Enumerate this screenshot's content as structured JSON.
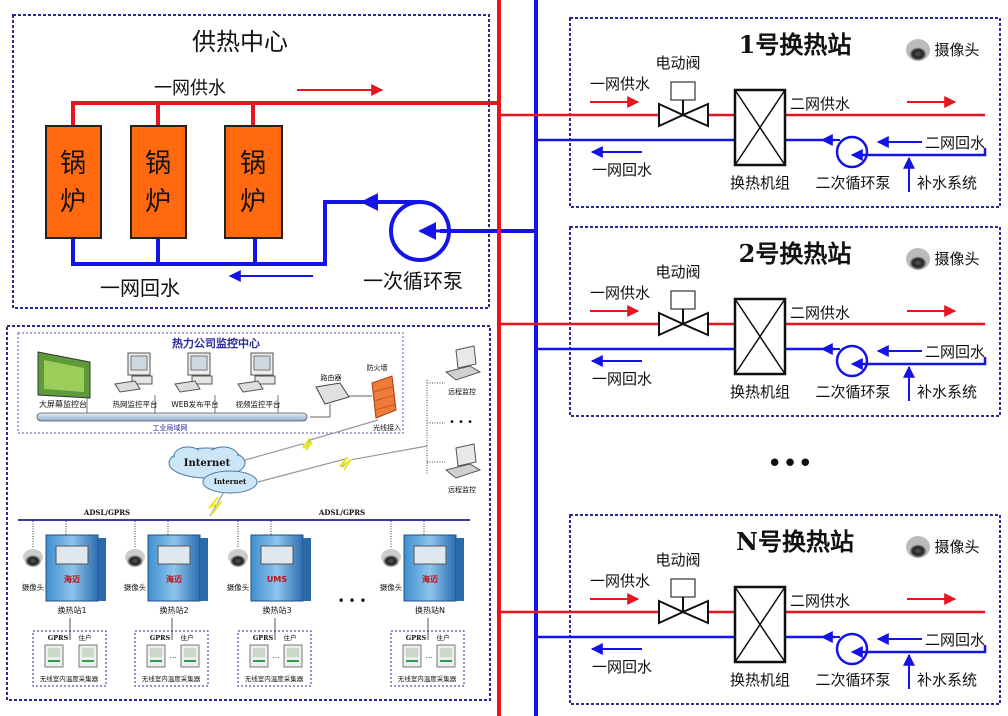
{
  "colors": {
    "supply": "#e8141e",
    "return": "#1414e6",
    "boiler": "#ff6a10",
    "frame": "#2a2a9a"
  },
  "heating_center": {
    "title": "供热中心",
    "supply_label": "一网供水",
    "return_label": "一网回水",
    "pump_label": "一次循环泵",
    "boilers": [
      {
        "line1": "锅",
        "line2": "炉"
      },
      {
        "line1": "锅",
        "line2": "炉"
      },
      {
        "line1": "锅",
        "line2": "炉"
      }
    ]
  },
  "stations": [
    {
      "title": "1号换热站"
    },
    {
      "title": "2号换热站"
    },
    {
      "title": "N号换热站"
    }
  ],
  "station_labels": {
    "camera": "摄像头",
    "valve": "电动阀",
    "primary_supply": "一网供水",
    "primary_return": "一网回水",
    "secondary_supply": "二网供水",
    "secondary_return": "二网回水",
    "exchanger": "换热机组",
    "secondary_pump": "二次循环泵",
    "makeup": "补水系统"
  },
  "ellipsis": "•••",
  "monitoring": {
    "title": "热力公司监控中心",
    "devices": [
      "大屏幕监控台",
      "热网监控平台",
      "WEB发布平台",
      "视频监控平台"
    ],
    "router": "路由器",
    "firewall": "防火墙",
    "lan": "工业局域网",
    "fiber": "光线接入",
    "internet1": "Internet",
    "internet2": "Internet",
    "remote": [
      "远程监控",
      "远程监控"
    ],
    "remote_ellipsis": "• • •",
    "link_labels": [
      "ADSL/GPRS",
      "ADSL/GPRS"
    ],
    "field_stations": [
      {
        "camera": "摄像头",
        "name": "换热站1",
        "brand": "海迈",
        "gprs": "GPRS",
        "resident": "住户",
        "collector": "无线室内温度采集器"
      },
      {
        "camera": "摄像头",
        "name": "换热站2",
        "brand": "海迈",
        "gprs": "GPRS",
        "resident": "住户",
        "collector": "无线室内温度采集器"
      },
      {
        "camera": "摄像头",
        "name": "换热站3",
        "brand": "UMS",
        "gprs": "GPRS",
        "resident": "住户",
        "collector": "无线室内温度采集器"
      },
      {
        "camera": "摄像头",
        "name": "换热站N",
        "brand": "海迈",
        "gprs": "GPRS",
        "resident": "住户",
        "collector": "无线室内温度采集器"
      }
    ],
    "station_ellipsis": "• • •",
    "collector_ellipsis": "···"
  }
}
